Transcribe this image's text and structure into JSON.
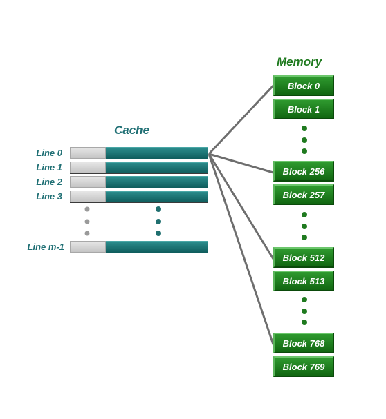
{
  "cache": {
    "title": "Cache",
    "lines": [
      "Line 0",
      "Line 1",
      "Line 2",
      "Line 3"
    ],
    "last_line": "Line m-1"
  },
  "memory": {
    "title": "Memory",
    "blocks": [
      "Block 0",
      "Block 1",
      "Block 256",
      "Block 257",
      "Block 512",
      "Block 513",
      "Block 768",
      "Block 769"
    ]
  },
  "colors": {
    "cache_teal": "#1f6f74",
    "memory_green": "#1f7a1f",
    "connector_gray": "#6e6e6e"
  }
}
